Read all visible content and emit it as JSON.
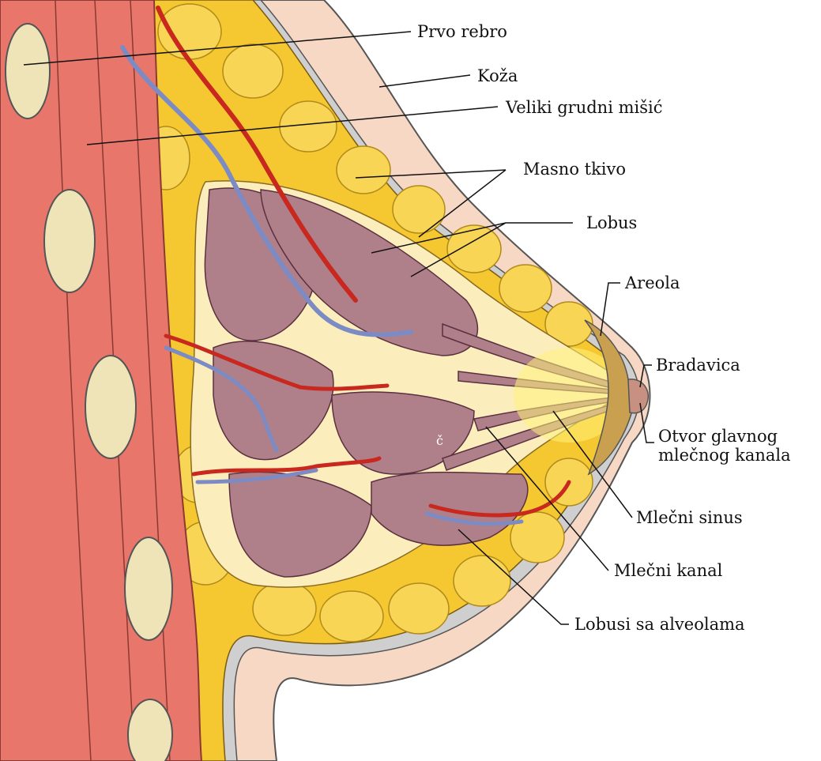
{
  "labels": {
    "prvo_rebro": "Prvo rebro",
    "koza": "Koža",
    "veliki_grudni_misic": "Veliki grudni mišić",
    "masno_tkivo": "Masno tkivo",
    "lobus": "Lobus",
    "areola": "Areola",
    "bradavica": "Bradavica",
    "otvor_line1": "Otvor glavnog",
    "otvor_line2": "mlečnog kanala",
    "mlecni_sinus": "Mlečni sinus",
    "mlecni_kanal": "Mlečni kanal",
    "lobusi_sa_alveolama": "Lobusi sa alveolama"
  },
  "marker": "č",
  "colors": {
    "muscle": "#e8766a",
    "muscle_dark": "#c85a50",
    "fat": "#f5c832",
    "fat_light": "#f9e07a",
    "skin": "#f7d8c4",
    "lobule": "#b0808a",
    "lobule_dark": "#7a4c56",
    "stroma": "#fbeebc",
    "artery": "#c8281e",
    "vein": "#7d8bc4",
    "rib": "#efe3b8",
    "fascia": "#c8c8c8"
  }
}
